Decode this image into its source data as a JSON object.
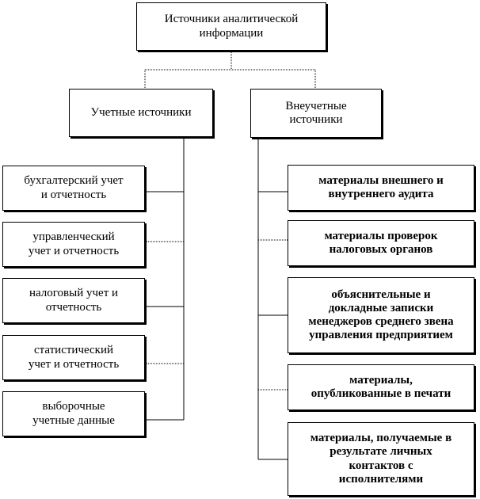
{
  "diagram": {
    "root": {
      "label": "Источники аналитической\nинформации"
    },
    "categories": [
      {
        "label": "Учетные источники",
        "items": [
          "бухгалтерский учет\nи отчетность",
          "управленческий\nучет и отчетность",
          "налоговый учет и\nотчетность",
          "статистический\nучет и отчетность",
          "выборочные\nучетные данные"
        ]
      },
      {
        "label": "Внеучетные\nисточники",
        "items": [
          "материалы внешнего и\nвнутреннего аудита",
          "материалы проверок\nналоговых органов",
          "объяснительные и\nдокладные записки\nменеджеров среднего звена\nуправления предприятием",
          "материалы,\nопубликованные в печати",
          "материалы, получаемые в\nрезультате личных\nконтактов с\nисполнителями"
        ]
      }
    ]
  },
  "colors": {
    "line": "#000000",
    "box_border": "#000000",
    "box_fill": "#ffffff",
    "text": "#000000"
  }
}
